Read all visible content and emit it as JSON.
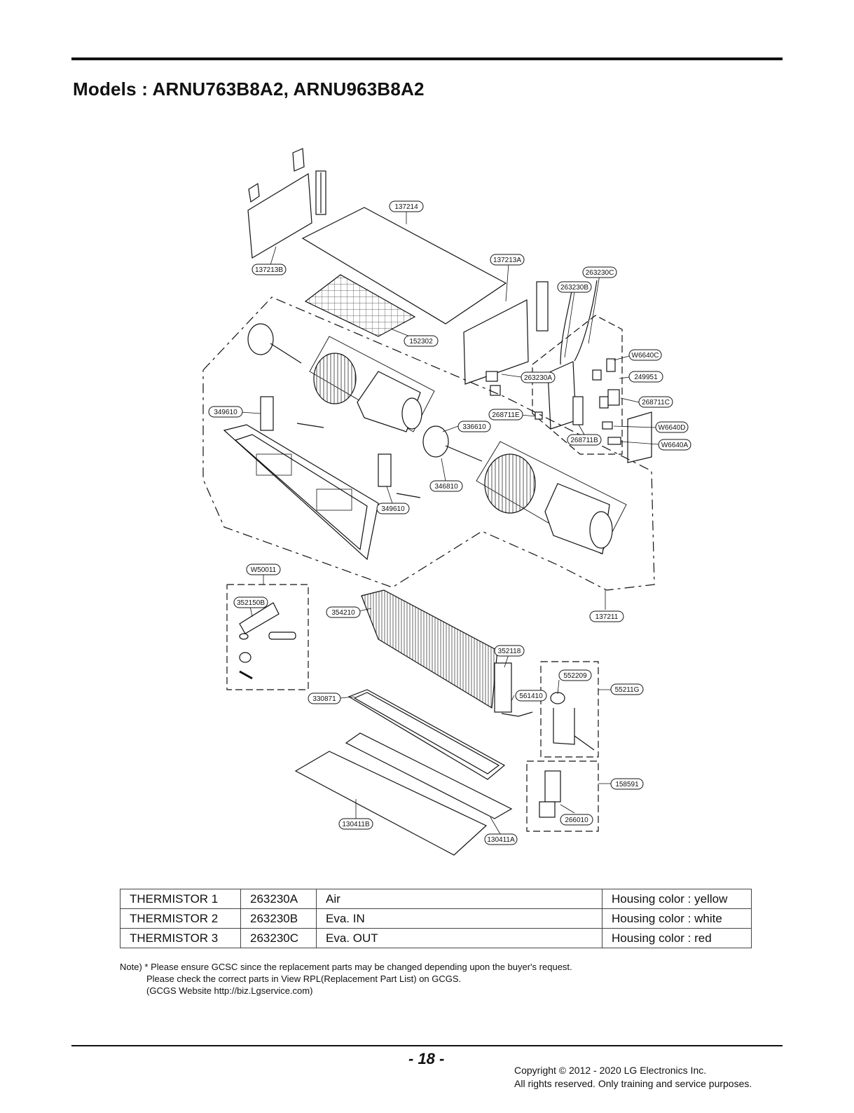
{
  "page_title": "Models : ARNU763B8A2, ARNU963B8A2",
  "part_labels": {
    "p137214": "137214",
    "p137213B": "137213B",
    "p137213A": "137213A",
    "p263230C": "263230C",
    "p263230B": "263230B",
    "p152302": "152302",
    "pW6640C": "W6640C",
    "p263230A": "263230A",
    "p249951": "249951",
    "p349610a": "349610",
    "p268711E": "268711E",
    "p268711C": "268711C",
    "p336610": "336610",
    "pW6640D": "W6640D",
    "p268711B": "268711B",
    "pW6640A": "W6640A",
    "p346810": "346810",
    "p349610b": "349610",
    "pW50011": "W50011",
    "p352150B": "352150B",
    "p354210": "354210",
    "p137211": "137211",
    "p352118": "352118",
    "p552209": "552209",
    "p55211G": "55211G",
    "p561410": "561410",
    "p330871": "330871",
    "p158591": "158591",
    "p266010": "266010",
    "p130411B": "130411B",
    "p130411A": "130411A"
  },
  "thermistor_table": [
    {
      "name": "THERMISTOR 1",
      "part": "263230A",
      "location": "Air",
      "housing": "Housing color : yellow"
    },
    {
      "name": "THERMISTOR 2",
      "part": "263230B",
      "location": "Eva. IN",
      "housing": "Housing color : white"
    },
    {
      "name": "THERMISTOR 3",
      "part": "263230C",
      "location": "Eva. OUT",
      "housing": "Housing color : red"
    }
  ],
  "note": {
    "line1": "Note) * Please ensure GCSC since the replacement parts may be changed depending upon the buyer's request.",
    "line2": "Please check the correct parts in View RPL(Replacement Part List) on GCGS.",
    "line3": "(GCGS Website http://biz.Lgservice.com)"
  },
  "page_number": "- 18 -",
  "copyright": {
    "line1": "Copyright © 2012 - 2020 LG Electronics Inc.",
    "line2": "All rights reserved. Only training and service purposes."
  }
}
